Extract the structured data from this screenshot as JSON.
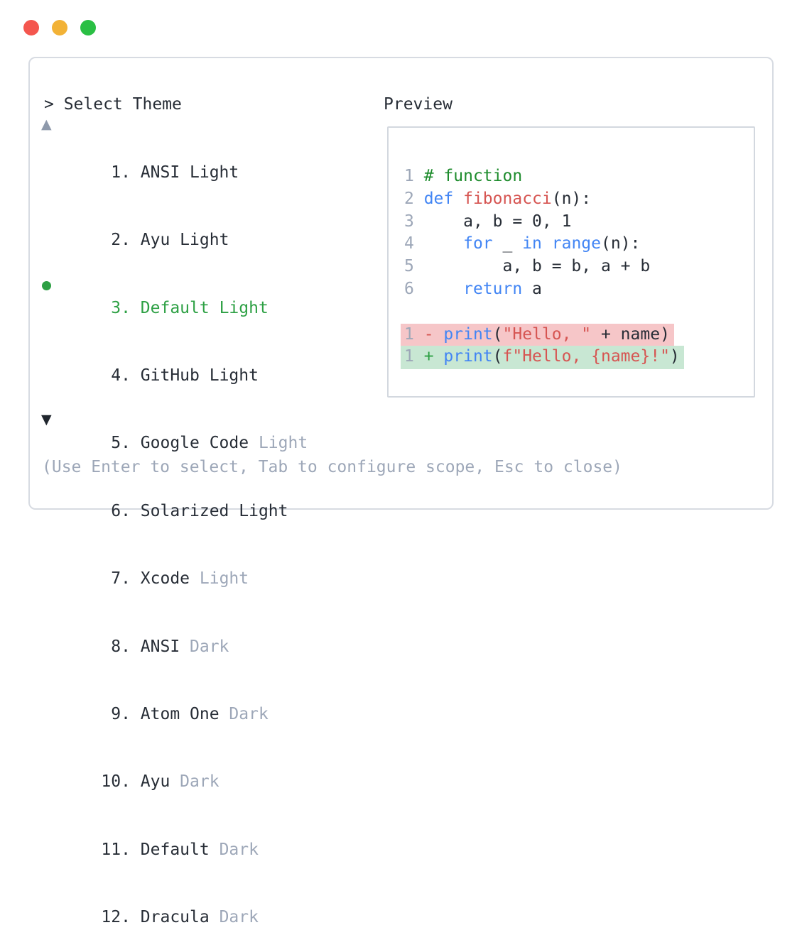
{
  "window": {
    "traffic_lights": [
      {
        "name": "close",
        "color": "#f4564e"
      },
      {
        "name": "minimize",
        "color": "#f2b236"
      },
      {
        "name": "zoom",
        "color": "#2abf44"
      }
    ]
  },
  "colors": {
    "text": "#272d36",
    "muted": "#9da7b8",
    "selection": "#2da044",
    "comment": "#1e8c2d",
    "keyword": "#4285f4",
    "string": "#d65552",
    "removed_bg": "#f6c6c8",
    "added_bg": "#c8e7d3",
    "removed_sign": "#d65552",
    "added_sign": "#2da044",
    "panel_border": "#d7dbe2",
    "preview_border": "#d3d8df",
    "arrow_up": "#8e99ab",
    "arrow_down": "#20262e"
  },
  "theme_picker": {
    "prompt": "> Select Theme",
    "scroll_up_indicator": "▲",
    "scroll_down_indicator": "▼",
    "help_text": "(Use Enter to select, Tab to configure scope, Esc to close)",
    "items": [
      {
        "number": "1",
        "name": "ANSI",
        "variant": "Light",
        "variant_muted": false,
        "selected": false
      },
      {
        "number": "2",
        "name": "Ayu",
        "variant": "Light",
        "variant_muted": false,
        "selected": false
      },
      {
        "number": "3",
        "name": "Default",
        "variant": "Light",
        "variant_muted": false,
        "selected": true
      },
      {
        "number": "4",
        "name": "GitHub",
        "variant": "Light",
        "variant_muted": false,
        "selected": false
      },
      {
        "number": "5",
        "name": "Google Code",
        "variant": "Light",
        "variant_muted": true,
        "selected": false
      },
      {
        "number": "6",
        "name": "Solarized",
        "variant": "Light",
        "variant_muted": false,
        "selected": false
      },
      {
        "number": "7",
        "name": "Xcode",
        "variant": "Light",
        "variant_muted": true,
        "selected": false
      },
      {
        "number": "8",
        "name": "ANSI",
        "variant": "Dark",
        "variant_muted": true,
        "selected": false
      },
      {
        "number": "9",
        "name": "Atom One",
        "variant": "Dark",
        "variant_muted": true,
        "selected": false
      },
      {
        "number": "10",
        "name": "Ayu",
        "variant": "Dark",
        "variant_muted": true,
        "selected": false
      },
      {
        "number": "11",
        "name": "Default",
        "variant": "Dark",
        "variant_muted": true,
        "selected": false
      },
      {
        "number": "12",
        "name": "Dracula",
        "variant": "Dark",
        "variant_muted": true,
        "selected": false
      }
    ]
  },
  "preview": {
    "title": "Preview",
    "code_lines": [
      {
        "line_number": "1",
        "bg": "none",
        "tokens": [
          {
            "text": "# function",
            "type": "comment"
          }
        ]
      },
      {
        "line_number": "2",
        "bg": "none",
        "tokens": [
          {
            "text": "def",
            "type": "keyword"
          },
          {
            "text": " ",
            "type": "plain"
          },
          {
            "text": "fibonacci",
            "type": "string"
          },
          {
            "text": "(n):",
            "type": "plain"
          }
        ]
      },
      {
        "line_number": "3",
        "bg": "none",
        "tokens": [
          {
            "text": "    a, b = 0, 1",
            "type": "plain"
          }
        ]
      },
      {
        "line_number": "4",
        "bg": "none",
        "tokens": [
          {
            "text": "    ",
            "type": "plain"
          },
          {
            "text": "for",
            "type": "keyword"
          },
          {
            "text": " _ ",
            "type": "plain"
          },
          {
            "text": "in",
            "type": "keyword"
          },
          {
            "text": " ",
            "type": "plain"
          },
          {
            "text": "range",
            "type": "keyword"
          },
          {
            "text": "(n):",
            "type": "plain"
          }
        ]
      },
      {
        "line_number": "5",
        "bg": "none",
        "tokens": [
          {
            "text": "        a, b = b, a + b",
            "type": "plain"
          }
        ]
      },
      {
        "line_number": "6",
        "bg": "none",
        "tokens": [
          {
            "text": "    ",
            "type": "plain"
          },
          {
            "text": "return",
            "type": "keyword"
          },
          {
            "text": " a",
            "type": "plain"
          }
        ]
      },
      {
        "line_number": "",
        "bg": "none",
        "tokens": []
      },
      {
        "line_number": "1",
        "bg": "removed",
        "tokens": [
          {
            "text": "- ",
            "type": "removed_sign"
          },
          {
            "text": "print",
            "type": "keyword"
          },
          {
            "text": "(",
            "type": "plain"
          },
          {
            "text": "\"Hello, \"",
            "type": "string"
          },
          {
            "text": " + name)",
            "type": "plain"
          }
        ]
      },
      {
        "line_number": "1",
        "bg": "added",
        "tokens": [
          {
            "text": "+ ",
            "type": "added_sign"
          },
          {
            "text": "print",
            "type": "keyword"
          },
          {
            "text": "(",
            "type": "plain"
          },
          {
            "text": "f\"Hello, {name}!\"",
            "type": "string"
          },
          {
            "text": ")",
            "type": "plain"
          }
        ]
      }
    ]
  }
}
